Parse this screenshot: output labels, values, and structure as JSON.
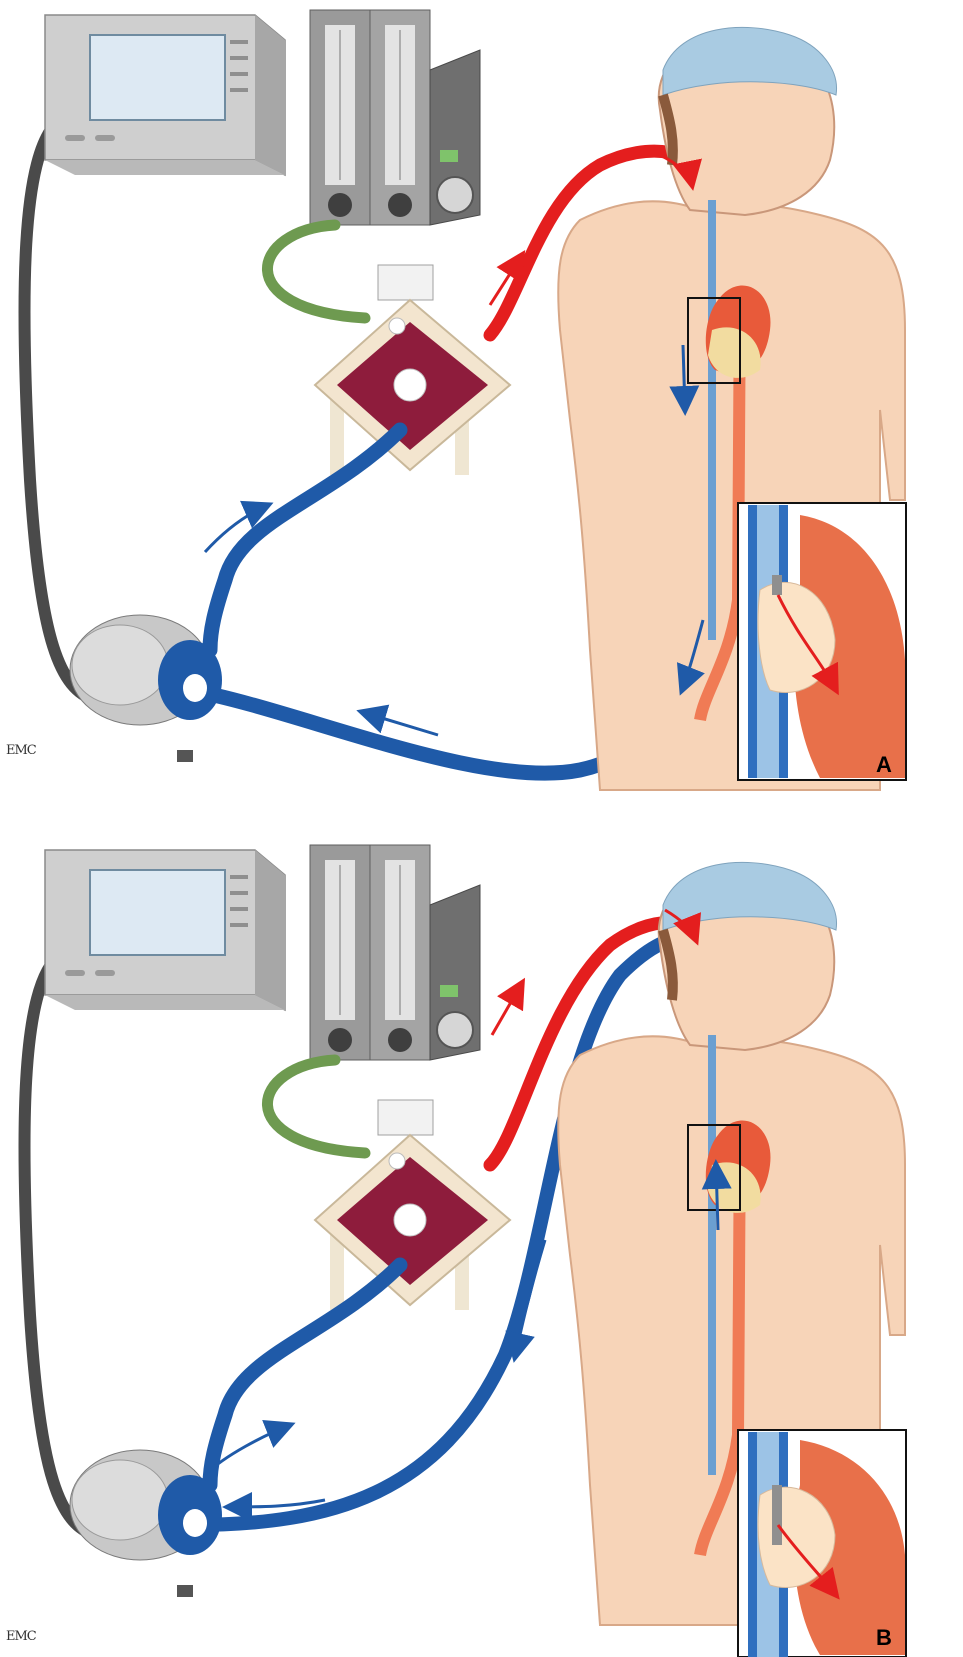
{
  "panels": [
    {
      "label": "A",
      "credit": "EMC"
    },
    {
      "label": "B",
      "credit": "EMC"
    }
  ],
  "colors": {
    "arterial": "#e41e1e",
    "venous": "#1f5aa8",
    "oxygen_line": "#6e9a50",
    "power_cable": "#4a4a4a",
    "skin": "#f7d4b8",
    "cap": "#a9cbe2",
    "oxygenator_blood": "#8e1c3c"
  },
  "icons": [
    "monitor-icon",
    "flowmeter-icon",
    "oxygenator-icon",
    "centrifugal-pump-icon",
    "patient-figure-icon",
    "heart-icon",
    "inset-zoom-icon"
  ]
}
